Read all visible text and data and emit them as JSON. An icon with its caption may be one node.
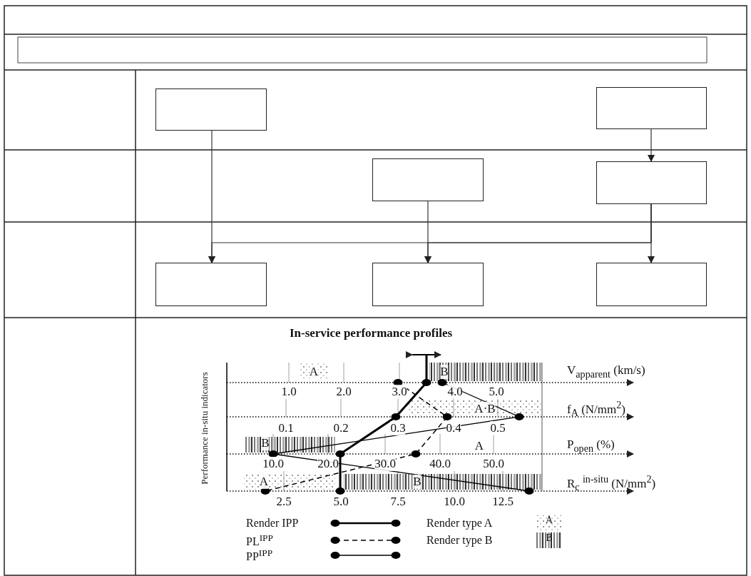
{
  "diagram": {
    "nodes": [
      {
        "text": [],
        "shape": "box"
      },
      {
        "text": [],
        "shape": "box"
      },
      {
        "text": [],
        "shape": "box"
      },
      {
        "text": [],
        "shape": "box"
      },
      {
        "text": [],
        "shape": "box"
      },
      {
        "text": [],
        "shape": "box"
      },
      {
        "text": [],
        "shape": "box"
      }
    ],
    "edges": [
      {
        "from": 0,
        "to": 4,
        "arrow": "to"
      },
      {
        "from": 1,
        "to": 3,
        "arrow": "to"
      },
      {
        "from": 2,
        "to": 5,
        "arrow": "to"
      },
      {
        "from": 3,
        "to": 6,
        "arrow": "to"
      },
      {
        "from": 3,
        "to": 4,
        "arrow": "to"
      },
      {
        "from": 3,
        "to": 5,
        "arrow": "to"
      }
    ],
    "labels": [
      "In-service performance profiles",
      "Performance in-situ indicators",
      "A",
      "B",
      "V$_{apparent}$ (km/s)",
      "1.0",
      "2.0",
      "3.0",
      "4.0",
      "5.0",
      "A·B",
      "f$_{A}$ (N/mm$^{2}$)",
      "0.1",
      "0.2",
      "0.3",
      "0.4",
      "0.5",
      "B",
      "A",
      "P$_{open}$ (%)",
      "10.0",
      "20.0",
      "30.0",
      "40.0",
      "50.0",
      "A",
      "B",
      "R$_{c}$ $^{in-situ}$ (N/mm$^{2}$)",
      "2.5",
      "5.0",
      "7.5",
      "10.0",
      "12.5",
      "A",
      "B"
    ],
    "legend": [
      {
        "text": "Render IPP"
      },
      {
        "text": "PL$^{IPP}$"
      },
      {
        "text": "PP$^{IPP}$"
      },
      {
        "text": "Render type A"
      },
      {
        "text": "Render type B"
      }
    ]
  }
}
